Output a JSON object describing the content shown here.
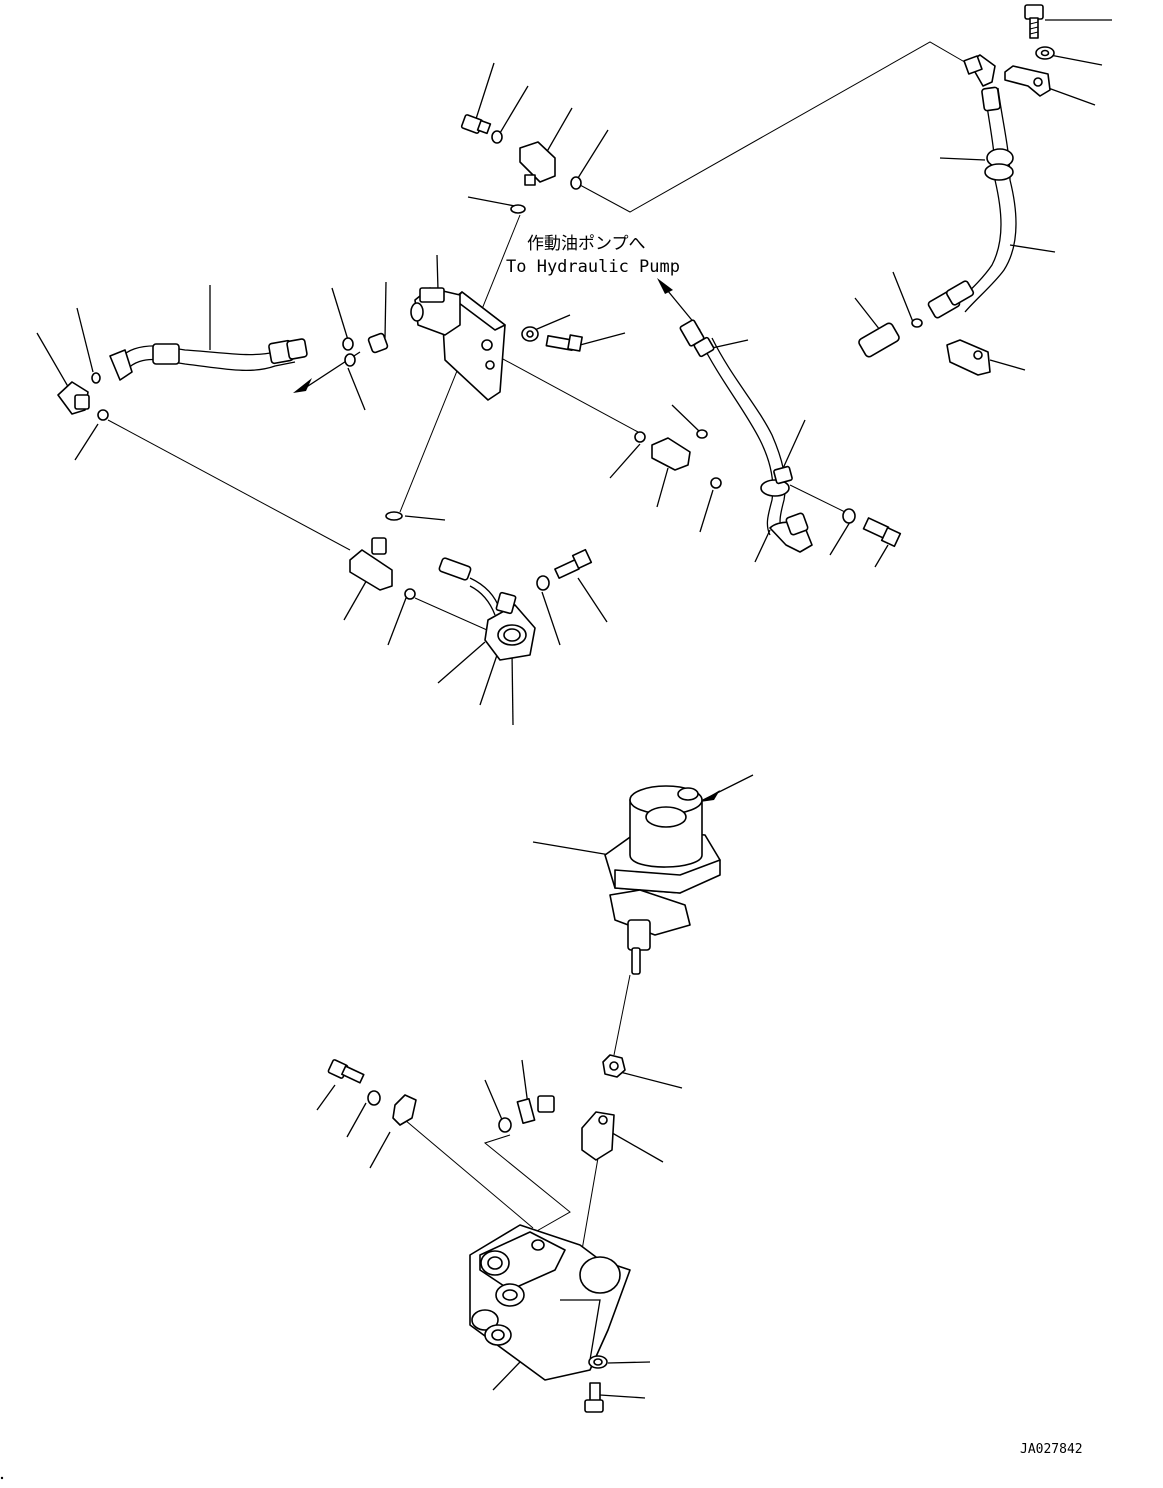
{
  "annotation": {
    "jp": "作動油ポンプへ",
    "en": "To Hydraulic Pump"
  },
  "drawing_code": "JA027842",
  "colors": {
    "line": "#000000",
    "background": "#ffffff"
  }
}
